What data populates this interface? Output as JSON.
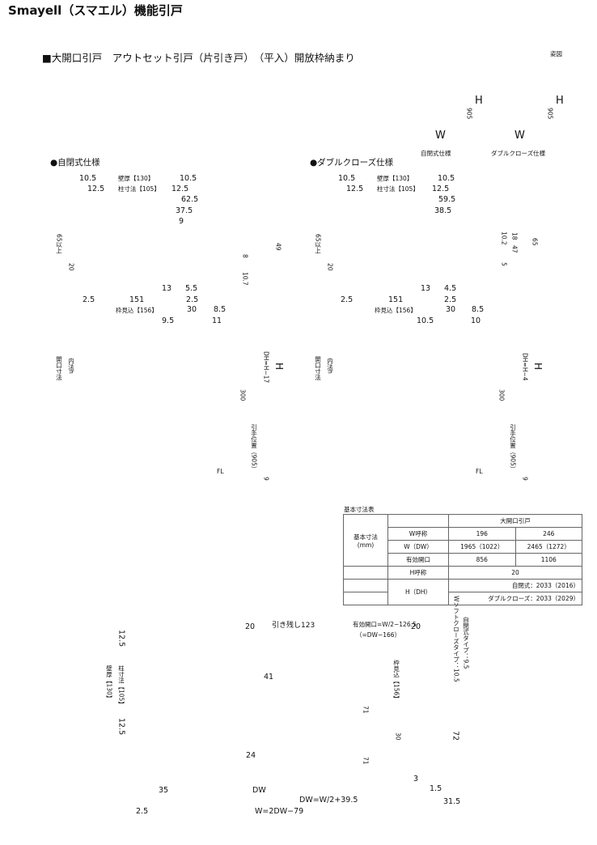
{
  "header": {
    "title": "Smayell（スマエル）機能引戸",
    "subtitle": "■大開口引戸　アウトセット引戸（片引き戸）　（平入）開放枠納まり"
  },
  "sketch": {
    "label": "姿図",
    "left_caption": "自閉式仕様",
    "right_caption": "ダブルクローズ仕様",
    "w": "W",
    "h": "H",
    "d905": "905"
  },
  "left_section": {
    "heading": "●自閉式仕様",
    "dims": {
      "a10_5_l": "10.5",
      "wall": "壁厚【130】",
      "a10_5_r": "10.5",
      "a12_5_l": "12.5",
      "post": "柱寸法【105】",
      "a12_5_r": "12.5",
      "d62_5": "62.5",
      "d37_5": "37.5",
      "d9": "9",
      "d49": "49",
      "d8": "8",
      "d65": "65以上",
      "d20": "20",
      "d13": "13",
      "d5_5": "5.5",
      "d10_7": "10.7",
      "d2_5a": "2.5",
      "d151": "151",
      "d2_5b": "2.5",
      "frame": "枠見込【156】",
      "d30": "30",
      "d8_5": "8.5",
      "d9_5": "9.5",
      "d11": "11",
      "opening": "開口寸法",
      "inner": "内法h",
      "dh": "DH=H−17",
      "h": "H",
      "d300": "300",
      "handle": "引手位置（905）",
      "fl": "FL",
      "d9b": "9"
    }
  },
  "right_section": {
    "heading": "●ダブルクローズ仕様",
    "dims": {
      "a10_5_l": "10.5",
      "wall": "壁厚【130】",
      "a10_5_r": "10.5",
      "a12_5_l": "12.5",
      "post": "柱寸法【105】",
      "a12_5_r": "12.5",
      "d59_5": "59.5",
      "d38_5": "38.5",
      "d10_2": "10.2",
      "d18": "18",
      "d47": "47",
      "d65b": "65",
      "d65": "65以上",
      "d20": "20",
      "d5": "5",
      "d13": "13",
      "d4_5": "4.5",
      "d2_5a": "2.5",
      "d151": "151",
      "d2_5b": "2.5",
      "frame": "枠見込【156】",
      "d30": "30",
      "d8_5": "8.5",
      "d10_5": "10.5",
      "d10": "10",
      "opening": "開口寸法",
      "inner": "内法h",
      "dh": "DH=H−4",
      "h": "H",
      "d300": "300",
      "handle": "引手位置（905）",
      "fl": "FL",
      "d9b": "9"
    }
  },
  "spec_table": {
    "caption": "基本寸法表",
    "header": "大開口引戸",
    "group_label": "基本寸法",
    "group_unit": "(mm)",
    "rows": [
      [
        "W呼称",
        "196",
        "246"
      ],
      [
        "W（DW）",
        "1965（1022）",
        "2465（1272）"
      ],
      [
        "有効開口",
        "856",
        "1106"
      ],
      [
        "H呼称",
        "20"
      ],
      [
        "H（DH）",
        "自閉式：2033（2016）"
      ],
      [
        "",
        "ダブルクローズ：2033（2029）"
      ]
    ]
  },
  "plan": {
    "d20a": "20",
    "leftover": "引き残し123",
    "effective": "有効開口=W/2−126.5",
    "effective2": "（=DW−166）",
    "d20b": "20",
    "d12_5a": "12.5",
    "wall": "壁厚【130】",
    "post": "柱寸法【105】",
    "d12_5b": "12.5",
    "d41": "41",
    "frame": "枠見込【156】",
    "d71a": "71",
    "d71b": "71",
    "d30": "30",
    "d72": "72",
    "d24": "24",
    "d3": "3",
    "d35": "35",
    "dw": "DW",
    "d1_5": "1.5",
    "dw_formula": "DW=W/2+39.5",
    "d31_5": "31.5",
    "d2_5": "2.5",
    "w_formula": "W=2DW−79",
    "soft": "Wソフトクローズタイプ：10.5",
    "self": "自閉式タイプ：9.5"
  }
}
